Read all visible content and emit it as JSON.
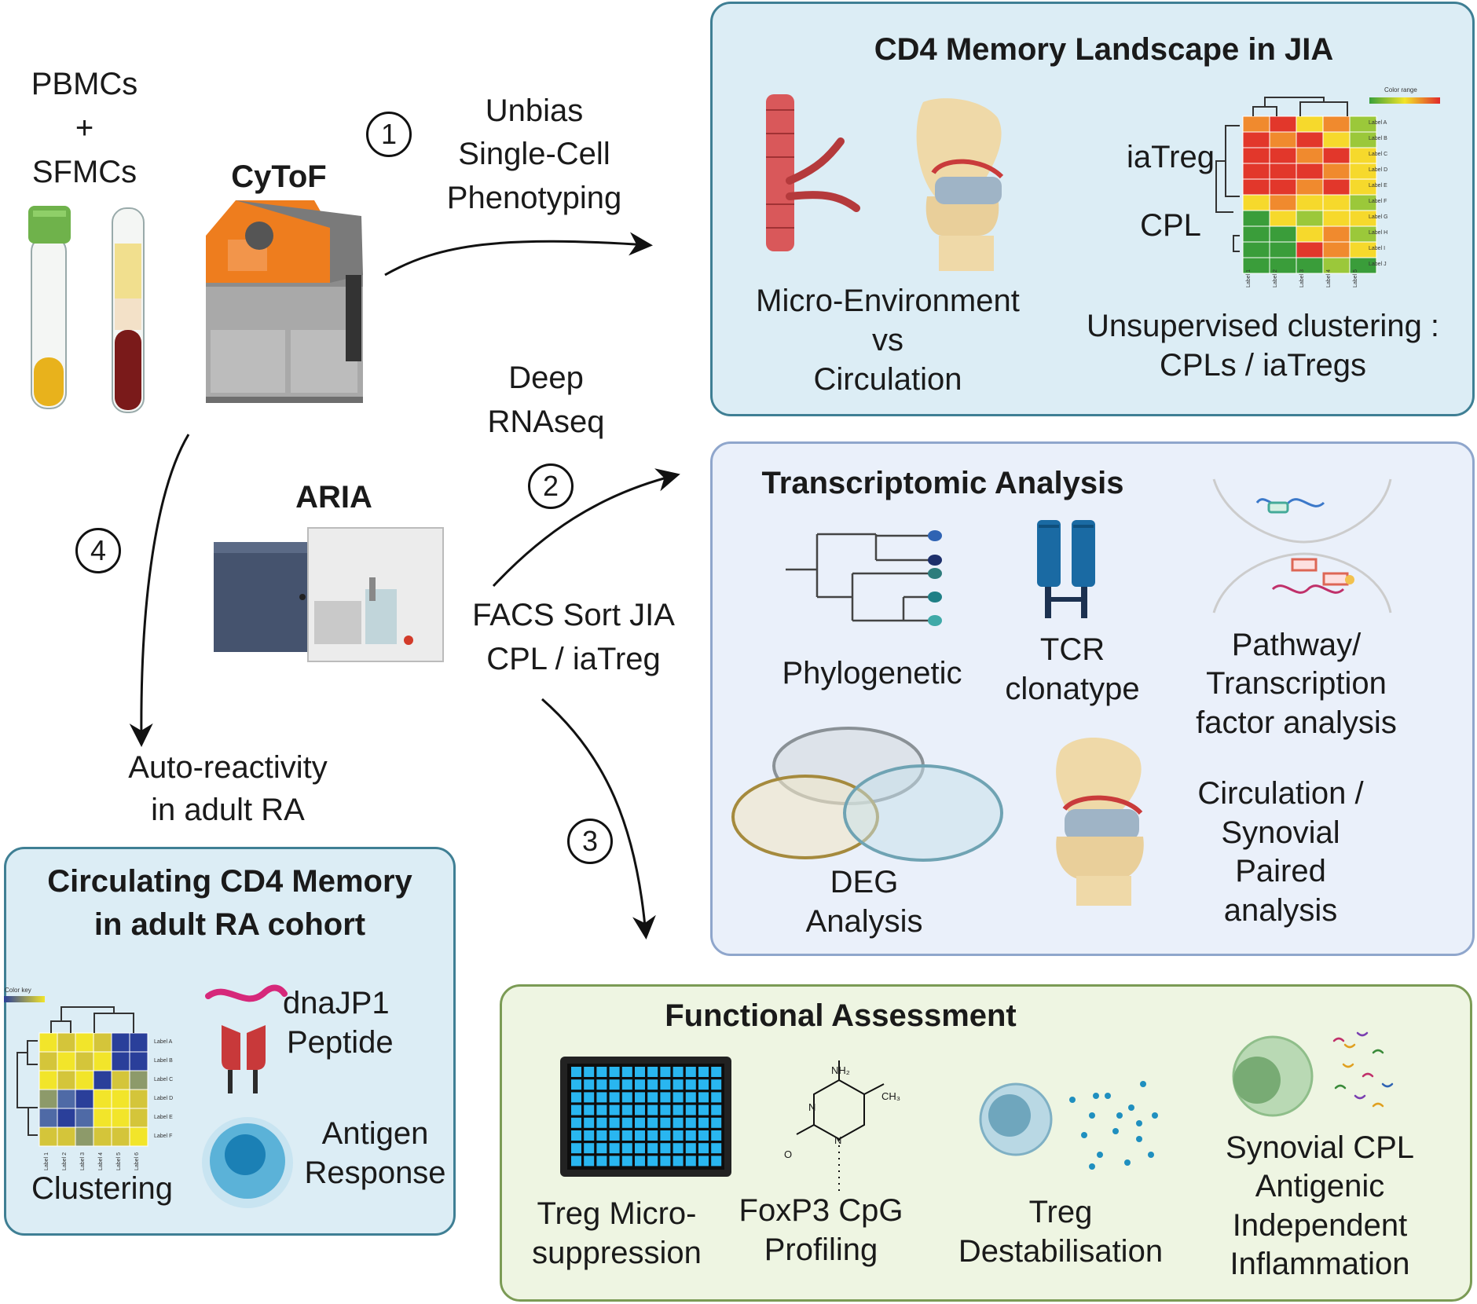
{
  "samples": {
    "line1": "PBMCs",
    "line2": "+",
    "line3": "SFMCs"
  },
  "cytof": {
    "label": "CyToF"
  },
  "aria": {
    "label": "ARIA"
  },
  "steps": {
    "one": "1",
    "two": "2",
    "three": "3",
    "four": "4"
  },
  "arrow_labels": {
    "step1": [
      "Unbias",
      "Single-Cell",
      "Phenotyping"
    ],
    "step2": [
      "Deep",
      "RNAseq"
    ],
    "facs": [
      "FACS Sort JIA",
      "CPL / iaTreg"
    ],
    "step4": [
      "Auto-reactivity",
      "in adult RA"
    ]
  },
  "panel_jia": {
    "title": "CD4 Memory Landscape in JIA",
    "micro": [
      "Micro-Environment",
      "vs",
      "Circulation"
    ],
    "iatreg": "iaTreg",
    "cpl": "CPL",
    "clustering": [
      "Unsupervised clustering :",
      "CPLs / iaTregs"
    ],
    "color_range": "Color range",
    "row_labels": [
      "Label A",
      "Label B",
      "Label C",
      "Label D",
      "Label E",
      "Label F",
      "Label G",
      "Label H",
      "Label I",
      "Label J"
    ],
    "col_labels": [
      "Label 1",
      "Label 2",
      "Label 3",
      "Label 4",
      "Label 5"
    ]
  },
  "panel_trans": {
    "title": "Transcriptomic Analysis",
    "phylo": "Phylogenetic",
    "tcr": [
      "TCR",
      "clonatype"
    ],
    "pathway": [
      "Pathway/",
      "Transcription",
      "factor analysis"
    ],
    "deg": [
      "DEG",
      "Analysis"
    ],
    "paired": [
      "Circulation /",
      "Synovial",
      "Paired",
      "analysis"
    ]
  },
  "panel_func": {
    "title": "Functional Assessment",
    "treg_micro": [
      "Treg Micro-",
      "suppression"
    ],
    "foxp3": [
      "FoxP3 CpG",
      "Profiling"
    ],
    "destab": [
      "Treg",
      "Destabilisation"
    ],
    "synovial": [
      "Synovial CPL",
      "Antigenic",
      "Independent",
      "Inflammation"
    ],
    "nh2": "NH₂",
    "ch3": "CH₃",
    "n": "N",
    "o": "O"
  },
  "panel_ra": {
    "title": [
      "Circulating CD4 Memory",
      "in adult RA cohort"
    ],
    "peptide": [
      "dnaJP1",
      "Peptide"
    ],
    "antigen": [
      "Antigen",
      "Response"
    ],
    "clustering": "Clustering",
    "color_key": "Color key",
    "row_labels": [
      "Label A",
      "Label B",
      "Label C",
      "Label D",
      "Label E",
      "Label F"
    ],
    "col_labels": [
      "Label 1",
      "Label 2",
      "Label 3",
      "Label 4",
      "Label 5",
      "Label 6"
    ]
  },
  "colors": {
    "panel_blue": "#dcedf5",
    "panel_blue_border": "#3f7f94",
    "panel_lav": "#eaf0fa",
    "panel_lav_border": "#8fa6cc",
    "panel_green": "#eef5e2",
    "panel_green_border": "#7b9b55"
  }
}
